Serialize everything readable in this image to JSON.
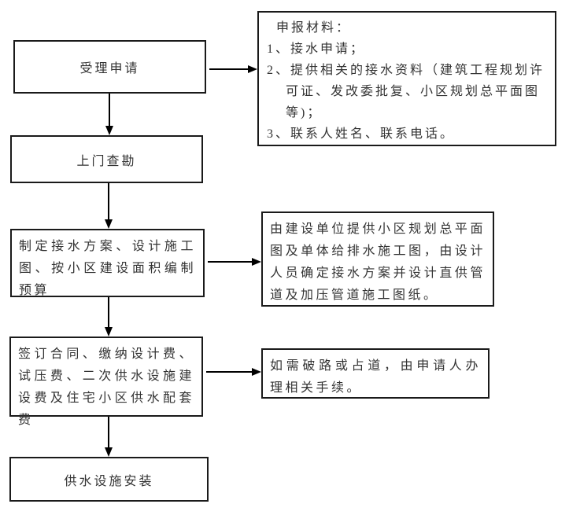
{
  "colors": {
    "background": "#ffffff",
    "border": "#1a1a1a",
    "text": "#333333",
    "arrow": "#000000"
  },
  "flow_boxes": [
    {
      "id": "accept",
      "label": "受理申请"
    },
    {
      "id": "inspect",
      "label": "上门查勘"
    },
    {
      "id": "plan",
      "label": "制定接水方案、设计施工图、按小区建设面积编制预算"
    },
    {
      "id": "contract",
      "label": "签订合同、缴纳设计费、试压费、二次供水设施建设费及住宅小区供水配套费"
    },
    {
      "id": "install",
      "label": "供水设施安装"
    }
  ],
  "side_boxes": [
    {
      "id": "materials",
      "lines": [
        "申报材料：",
        "1、接水申请；",
        "2、提供相关的接水资料（建筑工程规划许",
        "可证、发改委批复、小区规划总平面图",
        "等)；",
        "3、联系人姓名、联系电话。"
      ]
    },
    {
      "id": "design",
      "text": "由建设单位提供小区规划总平面图及单体给排水施工图，由设计人员确定接水方案并设计直供管道及加压管道施工图纸。"
    },
    {
      "id": "road",
      "text": "如需破路或占道，由申请人办理相关手续。"
    }
  ]
}
